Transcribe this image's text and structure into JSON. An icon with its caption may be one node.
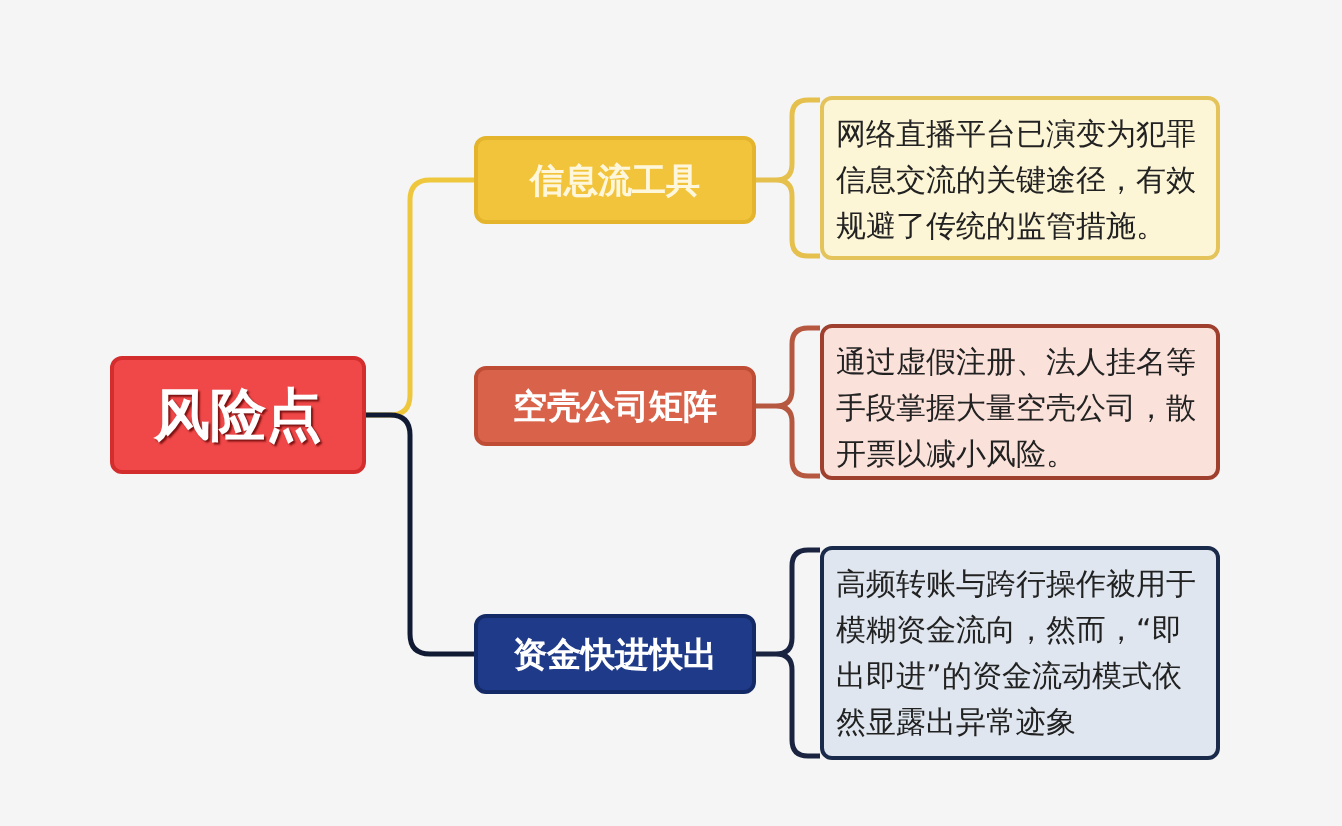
{
  "diagram": {
    "nodes": [
      {
        "text": [
          "风险点"
        ]
      },
      {
        "text": [
          "信息流工具"
        ]
      },
      {
        "text": [
          "空壳公司矩阵"
        ]
      },
      {
        "text": [
          "资金快进快出"
        ]
      },
      {
        "text": [
          "网络直播平台已演变为犯罪信息交流的关键途径，有效规避了传统的监管措施。"
        ]
      },
      {
        "text": [
          "通过虚假注册、法人挂名等手段掌握大量空壳公司，散开票以减小风险。"
        ]
      },
      {
        "text": [
          "高频转账与跨行操作被用于模糊资金流向，然而，“即出即进”的资金流动模式依然显露出异常迹象"
        ]
      }
    ],
    "edges": [
      {
        "from": 0,
        "to": 1,
        "arrow": "none",
        "color": "#eec73c"
      },
      {
        "from": 0,
        "to": 3,
        "arrow": "none",
        "color": "#111a33"
      },
      {
        "from": 1,
        "to": 4,
        "arrow": "none",
        "color": "#e6c04c"
      },
      {
        "from": 2,
        "to": 5,
        "arrow": "none",
        "color": "#b5583f"
      },
      {
        "from": 3,
        "to": 6,
        "arrow": "none",
        "color": "#1a2440"
      }
    ]
  }
}
